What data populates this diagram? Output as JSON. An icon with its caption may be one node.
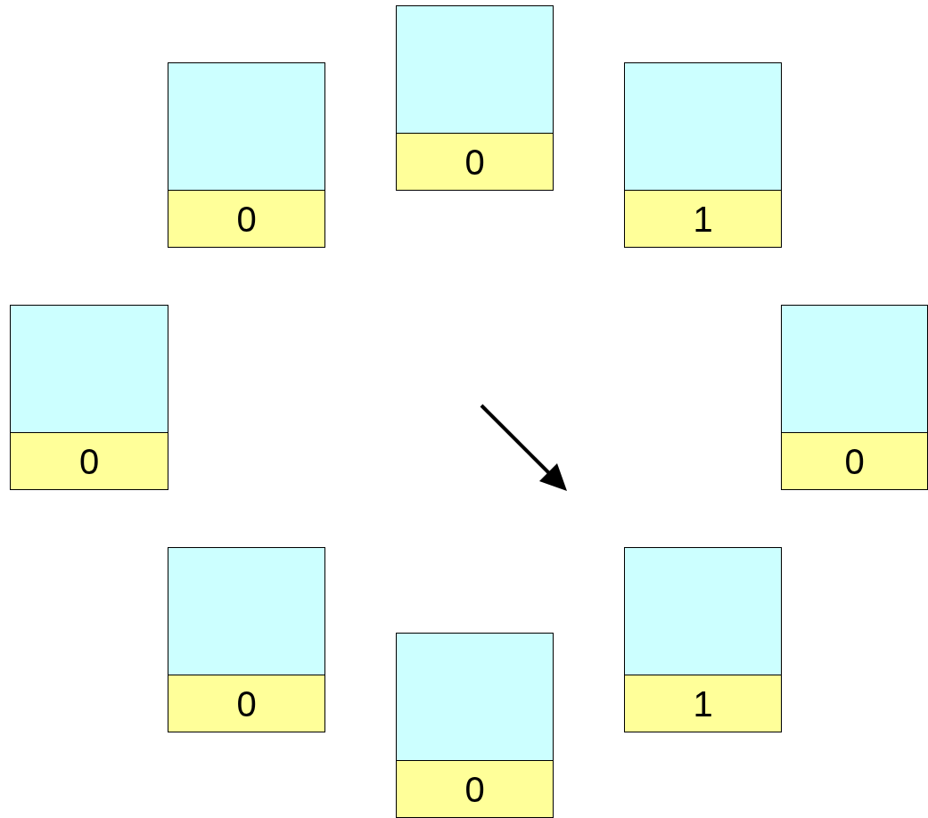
{
  "diagram": {
    "nodes": [
      {
        "text": [
          "0"
        ]
      },
      {
        "text": [
          "0"
        ]
      },
      {
        "text": [
          "1"
        ]
      },
      {
        "text": [
          "0"
        ]
      },
      {
        "text": [
          "0"
        ]
      },
      {
        "text": [
          "0"
        ]
      },
      {
        "text": [
          "1"
        ]
      },
      {
        "text": [
          "0"
        ]
      }
    ]
  }
}
